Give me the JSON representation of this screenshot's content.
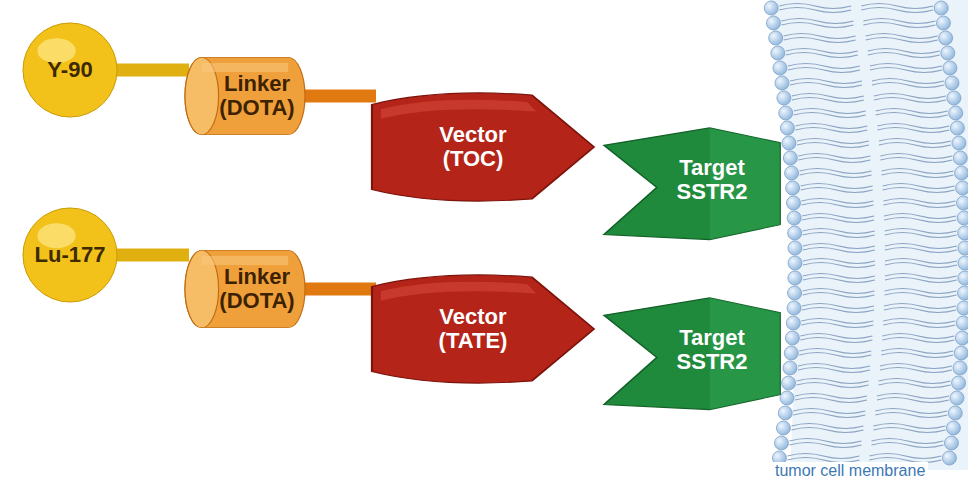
{
  "diagram": {
    "nodes": [
      {
        "text": [
          "Y-90"
        ]
      },
      {
        "text": [
          "Linker (DOTA)"
        ]
      },
      {
        "text": [
          "Vector (TOC)"
        ]
      },
      {
        "text": [
          "Target SSTR2"
        ]
      },
      {
        "text": [
          "Lu-177"
        ]
      },
      {
        "text": [
          "Linker (DOTA)"
        ]
      },
      {
        "text": [
          "Vector (TATE)"
        ]
      },
      {
        "text": [
          "Target SSTR2"
        ]
      }
    ],
    "edges": [
      {
        "from": 0,
        "to": 1,
        "arrow": "none"
      },
      {
        "from": 1,
        "to": 2,
        "arrow": "none"
      },
      {
        "from": 4,
        "to": 5,
        "arrow": "none"
      },
      {
        "from": 5,
        "to": 6,
        "arrow": "none"
      }
    ],
    "labels": [
      "tumor cell membrane"
    ]
  }
}
